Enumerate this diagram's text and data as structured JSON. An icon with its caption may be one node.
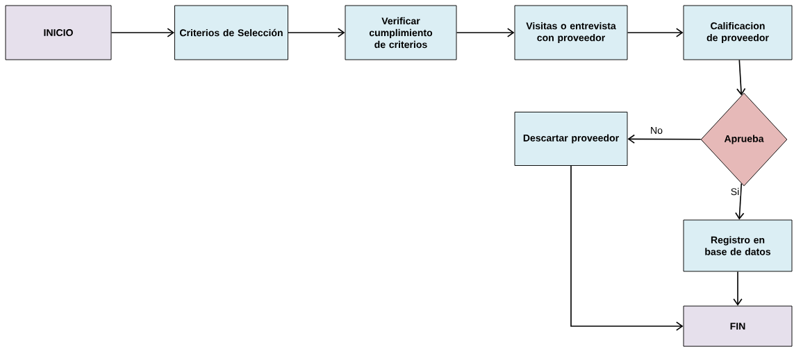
{
  "diagram": {
    "nodes": [
      {
        "text": [
          "INICIO"
        ]
      },
      {
        "text": [
          "Criterios de Selección"
        ]
      },
      {
        "text": [
          "Verificar cumplimiento de criterios"
        ]
      },
      {
        "text": [
          "Visitas o entrevista con proveedor"
        ]
      },
      {
        "text": [
          "Calificacion de proveedor"
        ]
      },
      {
        "text": [
          "Aprueba"
        ]
      },
      {
        "text": [
          "Descartar proveedor"
        ]
      },
      {
        "text": [
          "Registro en base de datos"
        ]
      },
      {
        "text": [
          "FIN"
        ]
      }
    ],
    "edges": [
      {
        "from": 0,
        "to": 1,
        "arrow": "to"
      },
      {
        "from": 1,
        "to": 2,
        "arrow": "to"
      },
      {
        "from": 2,
        "to": 3,
        "arrow": "to"
      },
      {
        "from": 3,
        "to": 4,
        "arrow": "to"
      },
      {
        "from": 4,
        "to": 5,
        "arrow": "to"
      },
      {
        "from": 5,
        "to": 6,
        "arrow": "to",
        "label": "No"
      },
      {
        "from": 5,
        "to": 7,
        "arrow": "to",
        "label": "Si"
      },
      {
        "from": 7,
        "to": 8,
        "arrow": "to"
      },
      {
        "from": 6,
        "to": 8,
        "arrow": "to"
      }
    ]
  }
}
